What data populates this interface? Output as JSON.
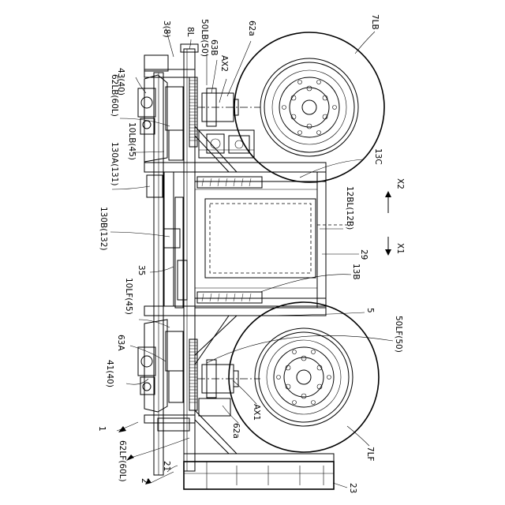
{
  "labels": {
    "l3_8": "3(8)",
    "l8L": "8L",
    "l50LB": "50LB(50)",
    "l63B": "63B",
    "lAX2": "AX2",
    "l62a_top": "62a",
    "l7LB": "7LB",
    "l43_40": "43(40)",
    "l62LB": "62LB(60L)",
    "l10LB": "10LB(45)",
    "l130A": "130A(131)",
    "l13C": "13C",
    "lX2": "X2",
    "l130B": "130B(132)",
    "l12BL": "12BL(12B)",
    "lX1": "X1",
    "l29": "29",
    "l35": "35",
    "l13B": "13B",
    "l10LF": "10LF(45)",
    "l5": "5",
    "l63A": "63A",
    "l50LF": "50LF(50)",
    "l41_40": "41(40)",
    "lAX1": "AX1",
    "l62a_bot": "62a",
    "l1": "1",
    "l62LF": "62LF(60L)",
    "l21": "21",
    "l2": "2",
    "l7LF": "7LF",
    "l23": "23"
  }
}
